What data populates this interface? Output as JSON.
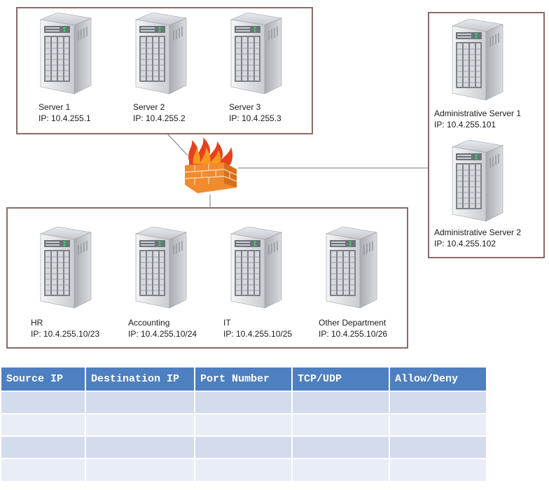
{
  "server_group": {
    "servers": [
      {
        "name": "Server 1",
        "ip": "IP: 10.4.255.1"
      },
      {
        "name": "Server 2",
        "ip": "IP: 10.4.255.2"
      },
      {
        "name": "Server 3",
        "ip": "IP: 10.4.255.3"
      }
    ]
  },
  "admin_group": {
    "servers": [
      {
        "name": "Administrative Server 1",
        "ip": "IP: 10.4.255.101"
      },
      {
        "name": "Administrative Server 2",
        "ip": "IP: 10.4.255.102"
      }
    ]
  },
  "department_group": {
    "departments": [
      {
        "name": "HR",
        "ip": "IP: 10.4.255.10/23"
      },
      {
        "name": "Accounting",
        "ip": "IP: 10.4.255.10/24"
      },
      {
        "name": "IT",
        "ip": "IP: 10.4.255.10/25"
      },
      {
        "name": "Other Department",
        "ip": "IP: 10.4.255.10/26"
      }
    ]
  },
  "icons": {
    "server": "server-tower-icon",
    "firewall": "firewall-brick-flame-icon"
  },
  "colors": {
    "header": "#4e7fc0",
    "row_odd": "#d3dced",
    "row_even": "#e9edf5",
    "box_border": "#8a6b66"
  },
  "rules_table": {
    "headers": [
      "Source IP",
      "Destination IP",
      "Port Number",
      "TCP/UDP",
      "Allow/Deny"
    ],
    "rows": [
      [
        "",
        "",
        "",
        "",
        ""
      ],
      [
        "",
        "",
        "",
        "",
        ""
      ],
      [
        "",
        "",
        "",
        "",
        ""
      ],
      [
        "",
        "",
        "",
        "",
        ""
      ]
    ]
  }
}
